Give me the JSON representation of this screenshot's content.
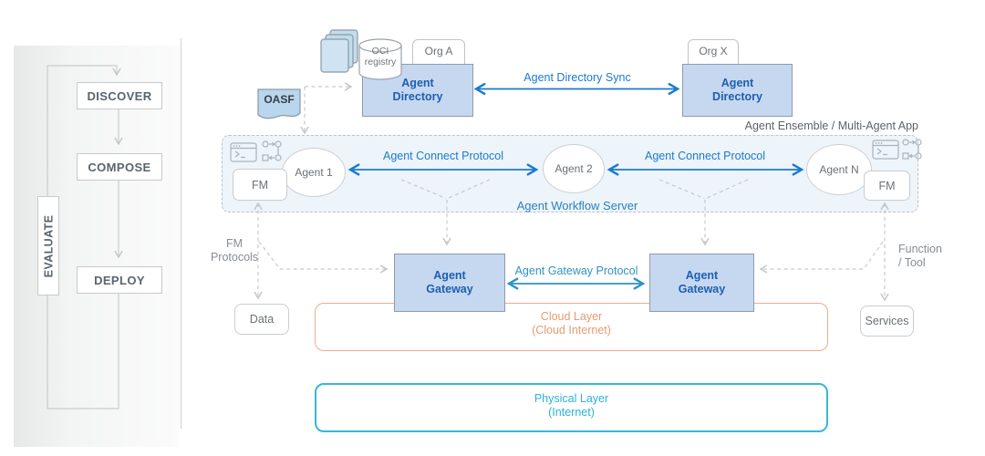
{
  "colors": {
    "accent_blue": "#1b7ace",
    "box_blue_fill": "#c5d8f0",
    "box_blue_text": "#1d5fb0",
    "teal": "#2e93c5",
    "cloud_orange": "#e89b72",
    "physical_cyan": "#2cb2d8",
    "gray_text": "#878d93",
    "dashed_gray": "#c6cacd"
  },
  "left": {
    "steps": [
      "DISCOVER",
      "COMPOSE",
      "DEPLOY"
    ],
    "evaluate": "EVALUATE"
  },
  "top": {
    "oci_registry": "OCI\nregistry",
    "oasf": "OASF",
    "org_a": "Org A",
    "org_x": "Org X",
    "agent_directory_left": "Agent\nDirectory",
    "agent_directory_right": "Agent\nDirectory",
    "sync_label": "Agent Directory Sync"
  },
  "ensemble": {
    "title": "Agent Ensemble / Multi-Agent App",
    "agent_1": "Agent 1",
    "agent_2": "Agent 2",
    "agent_n": "Agent N",
    "fm_left": "FM",
    "fm_right": "FM",
    "acp_left": "Agent Connect Protocol",
    "acp_right": "Agent Connect Protocol",
    "workflow_server": "Agent Workflow Server"
  },
  "middle": {
    "fm_protocols": "FM\nProtocols",
    "function_tool": "Function\n/ Tool",
    "gateway_left": "Agent\nGateway",
    "gateway_right": "Agent\nGateway",
    "agp_label": "Agent Gateway Protocol",
    "data": "Data",
    "services": "Services"
  },
  "layers": {
    "cloud": "Cloud Layer\n(Cloud Internet)",
    "physical": "Physical Layer\n(Internet)"
  }
}
